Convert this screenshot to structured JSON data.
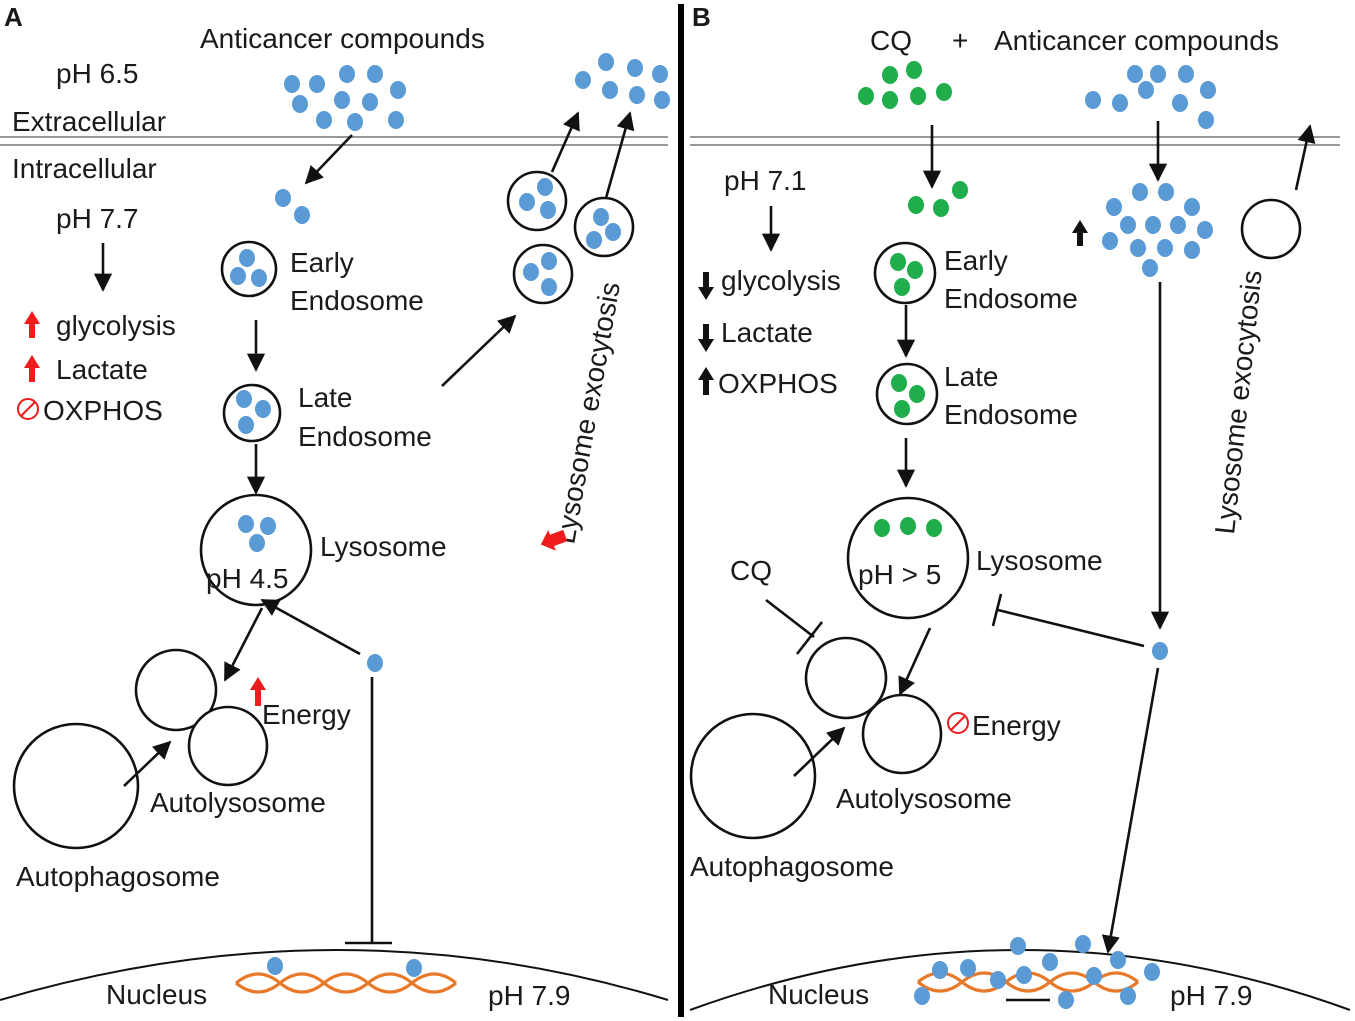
{
  "colors": {
    "compound": "#5b9bd5",
    "cq": "#1fae4b",
    "increase_arrow": "#ee1c1c",
    "blocked_symbol": "#ee1c1c",
    "dna": "#e8792a",
    "line": "#111111"
  },
  "panel_a": {
    "letter": "A",
    "compounds_label": "Anticancer compounds",
    "extracellular_ph": "pH 6.5",
    "extracellular_label": "Extracellular",
    "intracellular_label": "Intracellular",
    "intracellular_ph": "pH 7.7",
    "metabolism": {
      "glycolysis": "glycolysis",
      "lactate": "Lactate",
      "oxphos": "OXPHOS"
    },
    "early_endosome": [
      "Early",
      "Endosome"
    ],
    "late_endosome": [
      "Late",
      "Endosome"
    ],
    "lysosome_label": "Lysosome",
    "lysosome_ph": "pH 4.5",
    "energy_label": "Energy",
    "autolysosome_label": "Autolysosome",
    "autophagosome_label": "Autophagosome",
    "exocytosis_label": "Lysosome exocytosis",
    "nucleus_label": "Nucleus",
    "nucleus_ph": "pH 7.9"
  },
  "panel_b": {
    "letter": "B",
    "cq_label": "CQ",
    "plus": "+",
    "compounds_label": "Anticancer compounds",
    "intracellular_ph": "pH 7.1",
    "metabolism": {
      "glycolysis": "glycolysis",
      "lactate": "Lactate",
      "oxphos": "OXPHOS"
    },
    "early_endosome": [
      "Early",
      "Endosome"
    ],
    "late_endosome": [
      "Late",
      "Endosome"
    ],
    "lysosome_label": "Lysosome",
    "lysosome_ph": "pH > 5",
    "cq_inhibitor_label": "CQ",
    "energy_label": "Energy",
    "autolysosome_label": "Autolysosome",
    "autophagosome_label": "Autophagosome",
    "exocytosis_label": "Lysosome exocytosis",
    "nucleus_label": "Nucleus",
    "nucleus_ph": "pH 7.9"
  }
}
